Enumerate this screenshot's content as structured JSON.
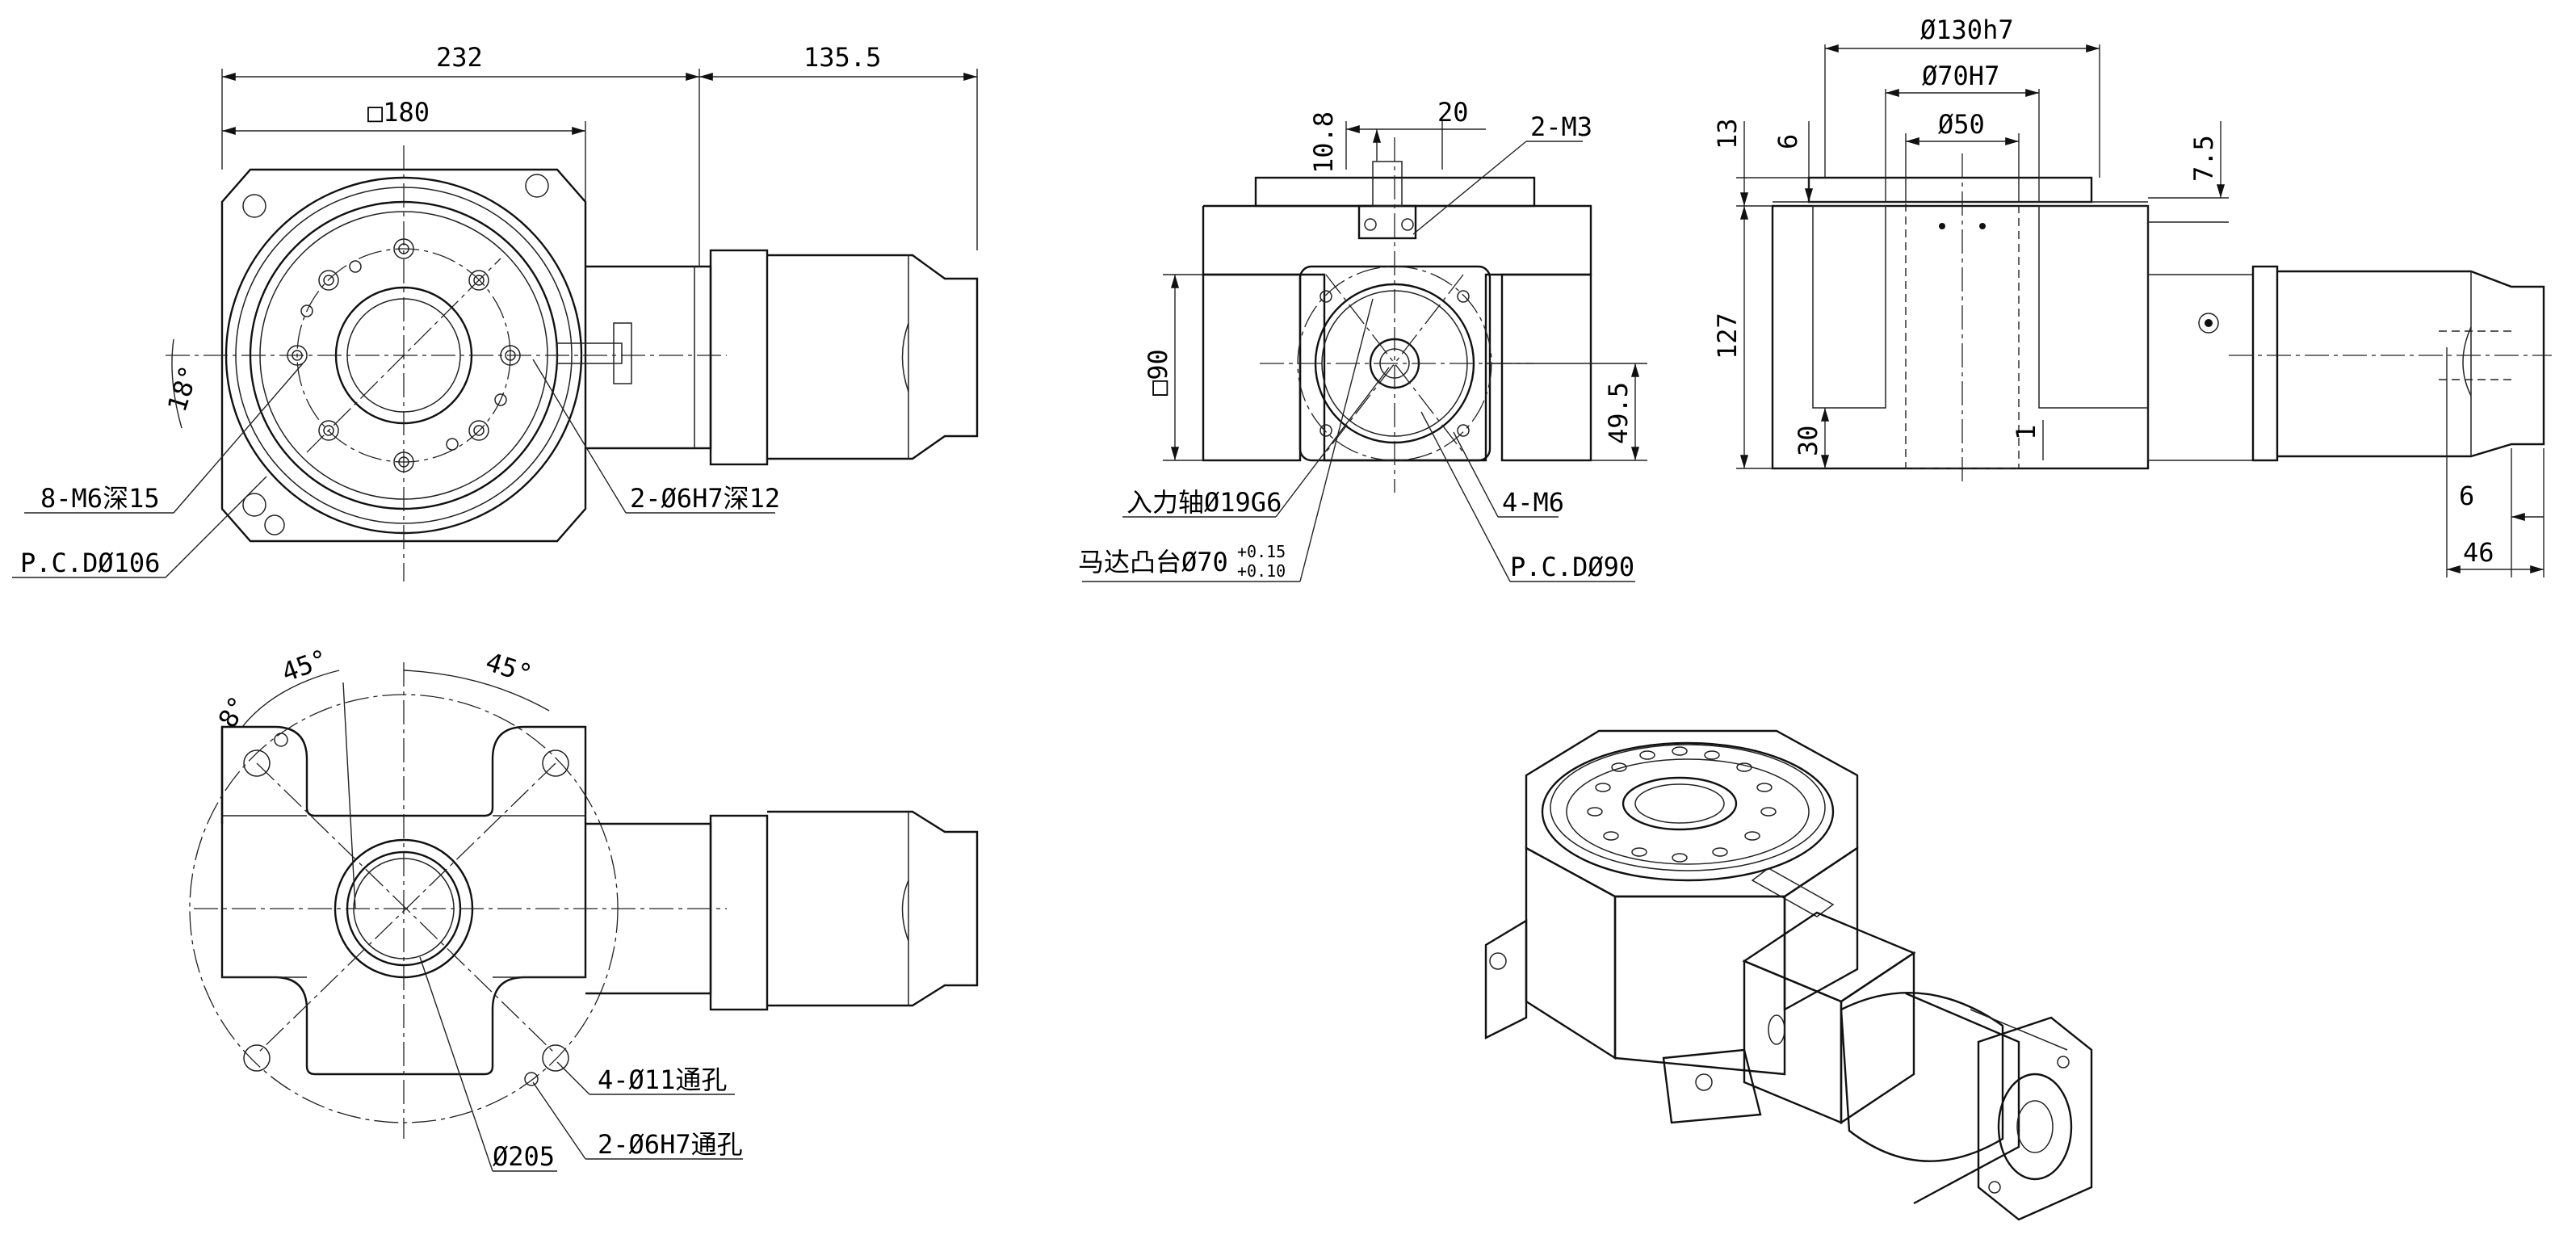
{
  "title": "",
  "top_view": {
    "dim_width": "232",
    "dim_motor_length": "135.5",
    "dim_square": "□180",
    "dim_angle": "18°",
    "label_threaded_holes": "8-M6深15",
    "label_pcd": "P.C.DØ106",
    "label_pin_holes": "2-Ø6H7深12"
  },
  "front_view": {
    "dim_10_8": "10.8",
    "dim_20": "20",
    "label_2m3": "2-M3",
    "dim_square_90": "□90",
    "dim_49_5": "49.5",
    "label_input_shaft": "入力轴Ø19G6",
    "label_motor_boss_prefix": "马达凸台Ø70",
    "label_tol_upper": "+0.15",
    "label_tol_lower": "+0.10",
    "label_4m6": "4-M6",
    "label_pcd90": "P.C.DØ90"
  },
  "side_view": {
    "dim_130": "Ø130h7",
    "dim_70": "Ø70H7",
    "dim_50": "Ø50",
    "dim_13": "13",
    "dim_6": "6",
    "dim_7_5": "7.5",
    "dim_127": "127",
    "dim_30": "30",
    "dim_1": "1",
    "dim_6b": "6",
    "dim_46": "46"
  },
  "bottom_view": {
    "angle_8": "8°",
    "angle_45a": "45°",
    "angle_45b": "45°",
    "label_through_holes": "4-Ø11通孔",
    "label_pin_through": "2-Ø6H7通孔",
    "label_diameter": "Ø205"
  }
}
